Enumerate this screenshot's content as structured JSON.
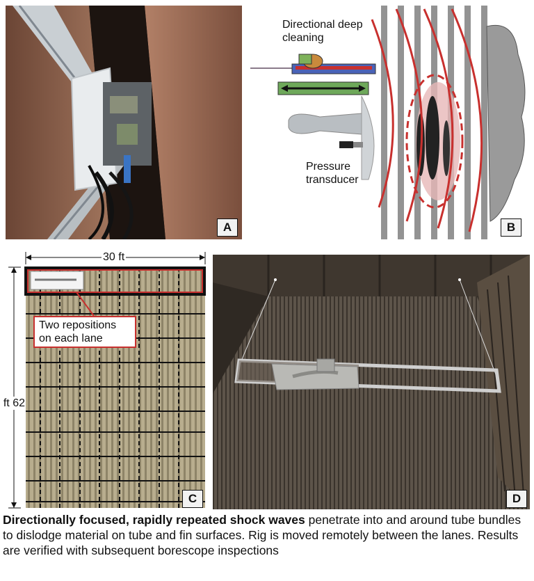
{
  "panels": {
    "a": {
      "letter": "A"
    },
    "b": {
      "letter": "B",
      "label_cleaning": "Directional deep cleaning",
      "label_transducer": "Pressure transducer"
    },
    "c": {
      "letter": "C",
      "width_label": "30 ft",
      "height_label": "62 ft",
      "callout": "Two repositions on each lane"
    },
    "d": {
      "letter": "D"
    }
  },
  "caption": {
    "bold": "Directionally focused, rapidly repeated shock waves",
    "rest": " penetrate into and around tube bundles to dislodge material on tube and fin surfaces. Rig is moved remotely between the lanes. Results are verified with subsequent borescope inspections"
  },
  "colors": {
    "accent_red": "#c8302e",
    "tube_tan": "#b8ad8e",
    "tube_dark": "#4a4540"
  }
}
